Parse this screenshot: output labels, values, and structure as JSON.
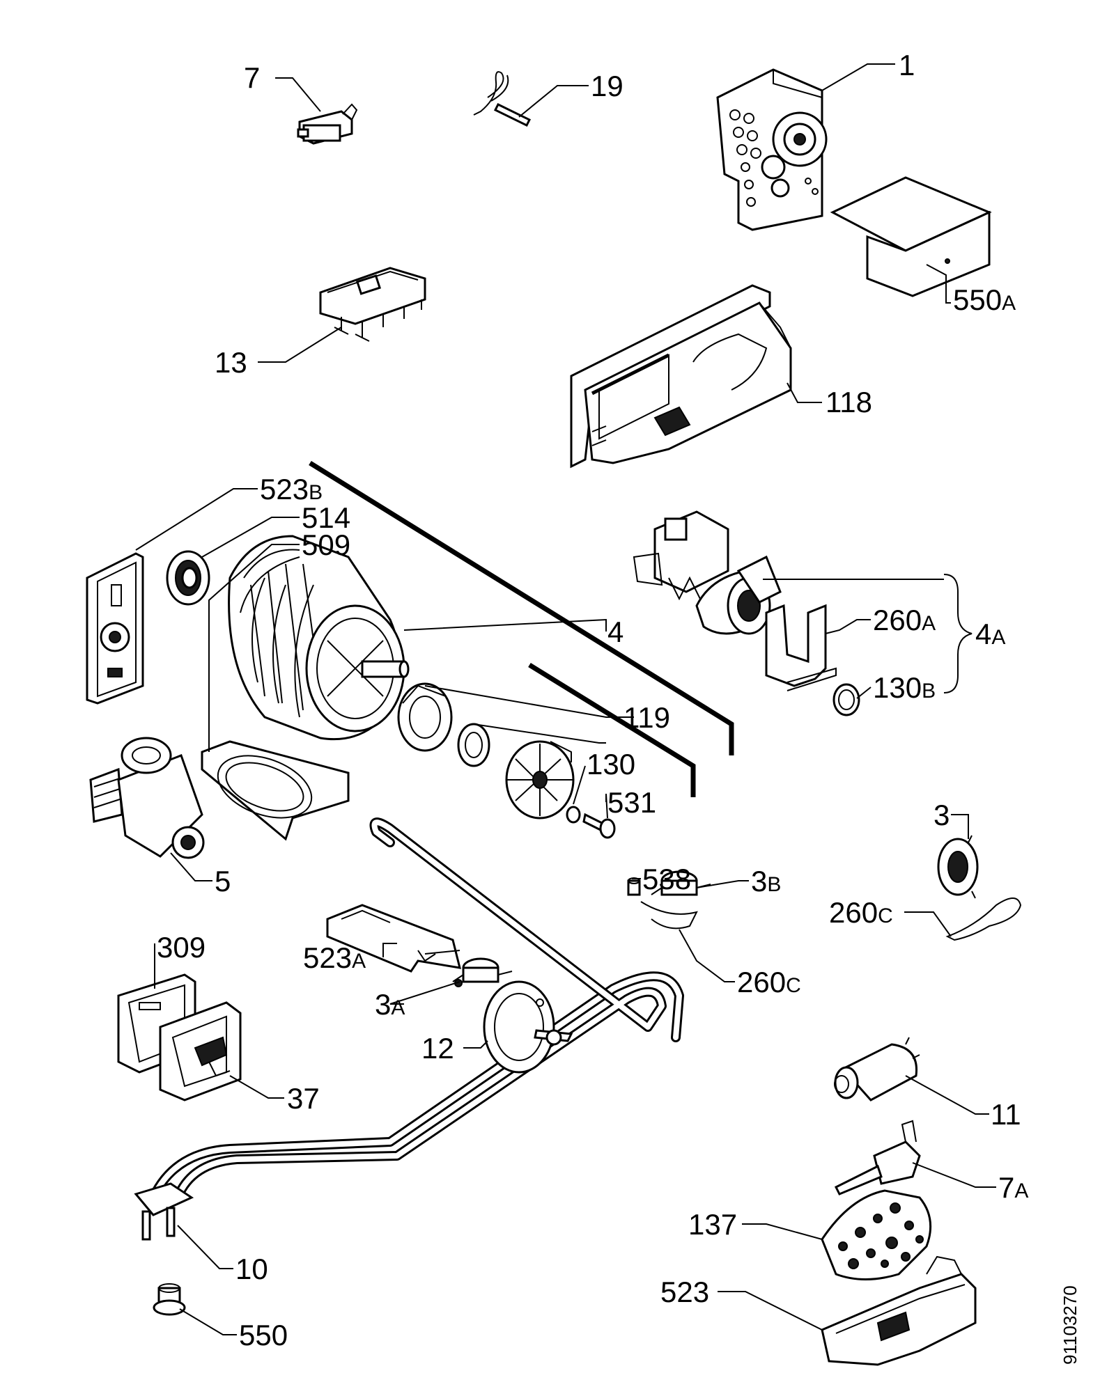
{
  "drawing_code": "91103270",
  "callouts": [
    {
      "id": "1",
      "num": "1",
      "suffix": ""
    },
    {
      "id": "7",
      "num": "7",
      "suffix": ""
    },
    {
      "id": "19",
      "num": "19",
      "suffix": ""
    },
    {
      "id": "550a",
      "num": "550",
      "suffix": "A"
    },
    {
      "id": "13",
      "num": "13",
      "suffix": ""
    },
    {
      "id": "118",
      "num": "118",
      "suffix": ""
    },
    {
      "id": "523b",
      "num": "523",
      "suffix": "B"
    },
    {
      "id": "514",
      "num": "514",
      "suffix": ""
    },
    {
      "id": "509",
      "num": "509",
      "suffix": ""
    },
    {
      "id": "4",
      "num": "4",
      "suffix": ""
    },
    {
      "id": "260a",
      "num": "260",
      "suffix": "A"
    },
    {
      "id": "4a",
      "num": "4",
      "suffix": "A"
    },
    {
      "id": "130b",
      "num": "130",
      "suffix": "B"
    },
    {
      "id": "119",
      "num": "119",
      "suffix": ""
    },
    {
      "id": "130",
      "num": "130",
      "suffix": ""
    },
    {
      "id": "531",
      "num": "531",
      "suffix": ""
    },
    {
      "id": "3",
      "num": "3",
      "suffix": ""
    },
    {
      "id": "5",
      "num": "5",
      "suffix": ""
    },
    {
      "id": "538",
      "num": "538",
      "suffix": ""
    },
    {
      "id": "3b",
      "num": "3",
      "suffix": "B"
    },
    {
      "id": "260c-right",
      "num": "260",
      "suffix": "C"
    },
    {
      "id": "260c-mid",
      "num": "260",
      "suffix": "C"
    },
    {
      "id": "309",
      "num": "309",
      "suffix": ""
    },
    {
      "id": "523a",
      "num": "523",
      "suffix": "A"
    },
    {
      "id": "3a",
      "num": "3",
      "suffix": "A"
    },
    {
      "id": "12",
      "num": "12",
      "suffix": ""
    },
    {
      "id": "37",
      "num": "37",
      "suffix": ""
    },
    {
      "id": "11",
      "num": "11",
      "suffix": ""
    },
    {
      "id": "7a",
      "num": "7",
      "suffix": "A"
    },
    {
      "id": "137",
      "num": "137",
      "suffix": ""
    },
    {
      "id": "10",
      "num": "10",
      "suffix": ""
    },
    {
      "id": "523",
      "num": "523",
      "suffix": ""
    },
    {
      "id": "550",
      "num": "550",
      "suffix": ""
    }
  ]
}
